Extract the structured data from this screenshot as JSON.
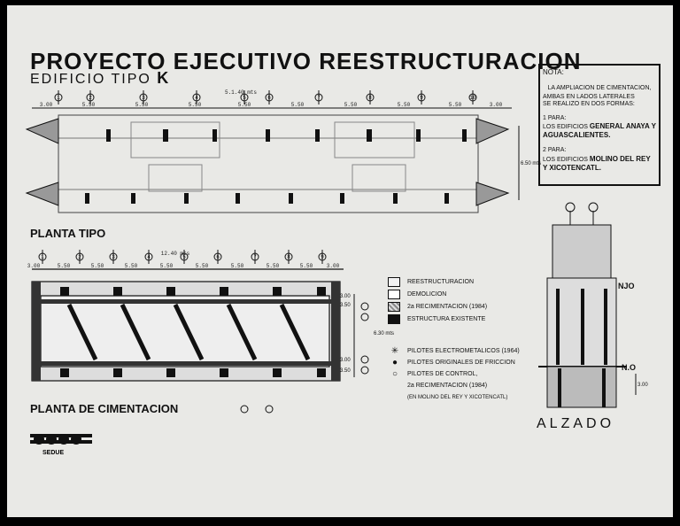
{
  "title": "PROYECTO EJECUTIVO REESTRUCTURACION",
  "subtitle": "EDIFICIO TIPO",
  "subtitle_letter": "K",
  "plan_tipo_label": "PLANTA TIPO",
  "plan_cimentacion_label": "PLANTA DE CIMENTACION",
  "elevation_label": "ALZADO",
  "note": {
    "header": "NOTA:",
    "line1": "LA AMPLIACION DE CIMENTACION,",
    "line2": "AMBAS EN LADOS LATERALES",
    "line3": "SE REALIZO EN DOS FORMAS:",
    "item1_num": "1",
    "item1_para": "PARA:",
    "item1_text": "LOS EDIFICIOS",
    "item1_bold": "GENERAL ANAYA Y AGUASCALIENTES.",
    "item2_num": "2",
    "item2_para": "PARA:",
    "item2_text": "LOS EDIFICIOS",
    "item2_bold": "MOLINO DEL REY Y XICOTENCATL."
  },
  "legend": [
    {
      "label": "REESTRUCTURACION",
      "color": "#f2f2f2"
    },
    {
      "label": "DEMOLICION",
      "color": "#ffffff"
    },
    {
      "label": "2a RECIMENTACION (1984)",
      "color": "#8a8a8a"
    },
    {
      "label": "ESTRUCTURA EXISTENTE",
      "color": "#111111"
    }
  ],
  "legend_piles": {
    "p1": "PILOTES ELECTROMETALICOS (1964)",
    "p2": "PILOTES ORIGINALES DE FRICCION",
    "p3": "PILOTES DE CONTROL,",
    "p4": "2a RECIMENTACION (1984)",
    "p4sub": "(EN MOLINO DEL REY Y XICOTENCATL)"
  },
  "axis_labels_top": [
    "1",
    "2",
    "3",
    "4",
    "5",
    "6",
    "7",
    "8",
    "9",
    "10",
    "11",
    "12"
  ],
  "dims_top": [
    "3.00",
    "5.50",
    "5.50",
    "5.50",
    "5.50",
    "5.50",
    "5.50",
    "5.50",
    "5.50",
    "3.00"
  ],
  "dim_total_top": "5.1.40 mts",
  "dims_bottom": [
    "3.00",
    "5.50",
    "5.50",
    "5.50",
    "5.50",
    "5.50",
    "5.50",
    "5.50",
    "5.50",
    "3.00"
  ],
  "dim_total_bottom": "12.40 mts",
  "dim_depth_top": "6.50 mts",
  "dim_depth_bottom": "6.30 mts",
  "side_dims": [
    "3.00",
    "3.50",
    "3.00",
    "3.50"
  ],
  "level_nt": "NJO",
  "level_no": "N.O",
  "level_dim": "3.00",
  "logo_text": "SEDUE",
  "colors": {
    "paper": "#e9e9e6",
    "ink": "#111111"
  }
}
